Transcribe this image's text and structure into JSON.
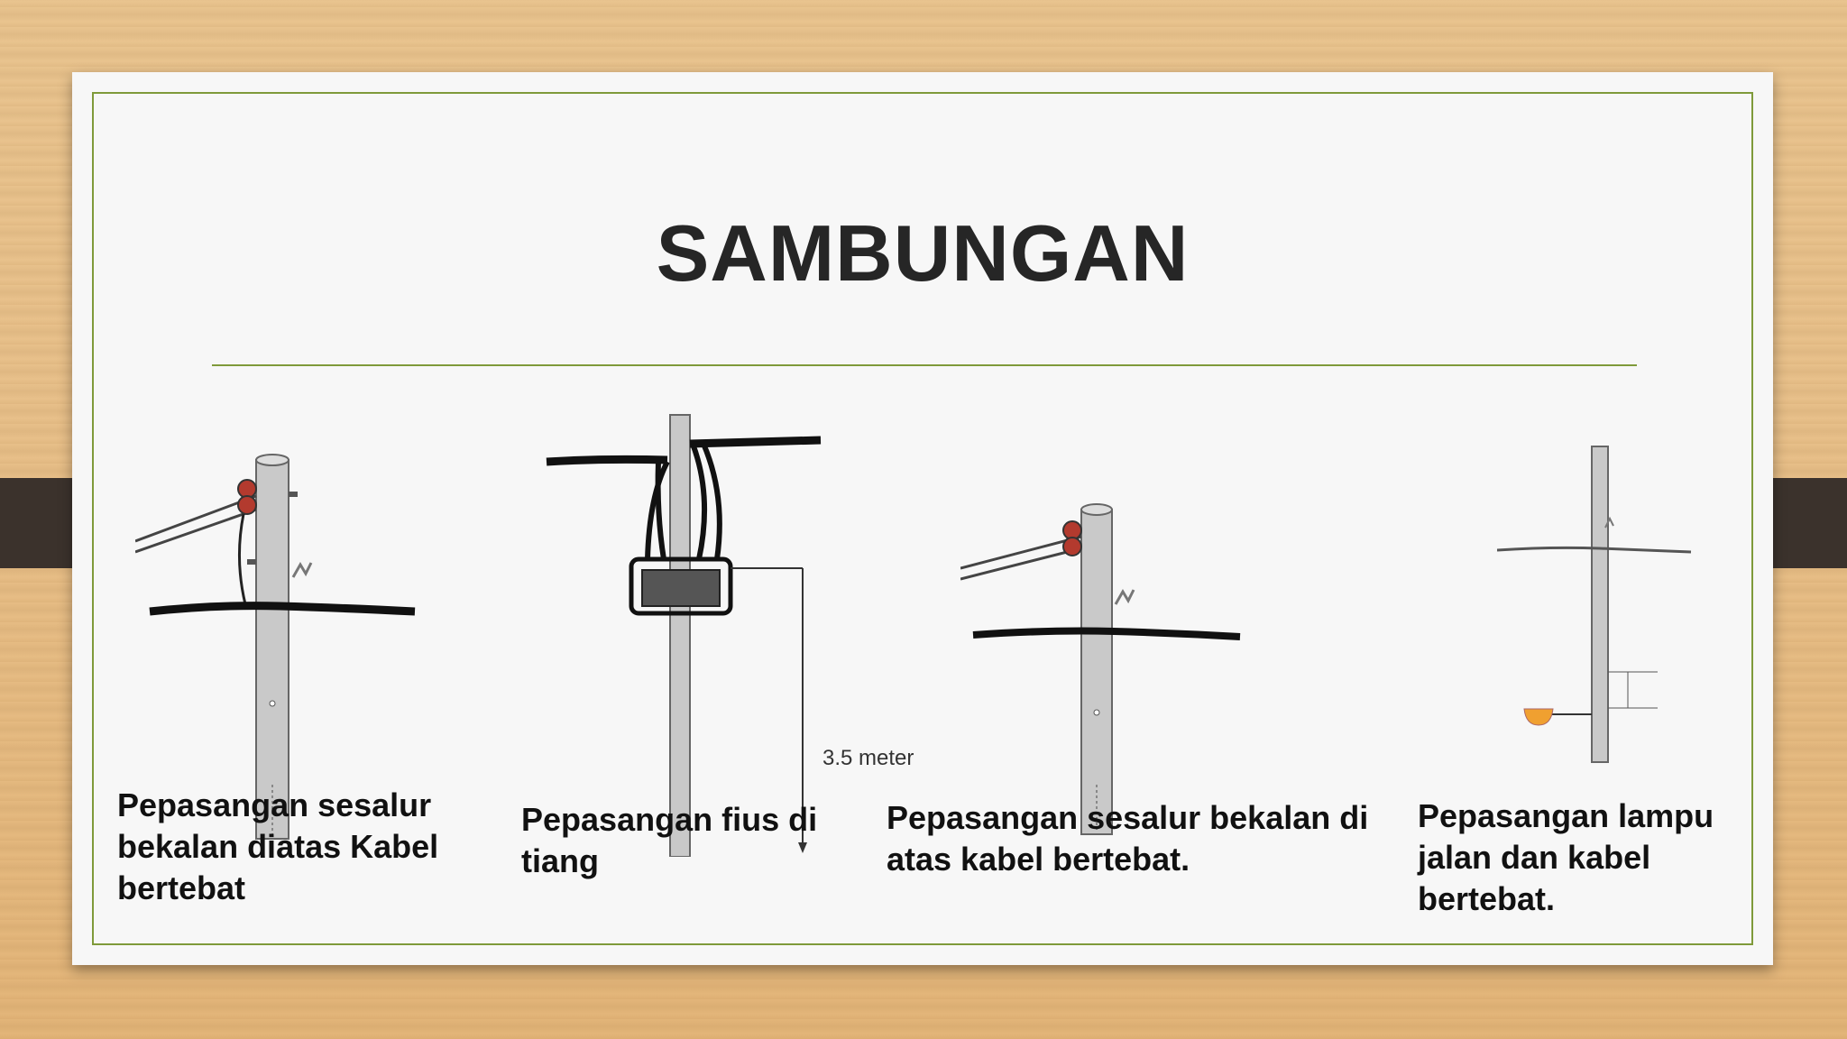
{
  "slide": {
    "title": "SAMBUNGAN",
    "captions": [
      "Pepasangan sesalur bekalan diatas Kabel bertebat",
      "Pepasangan fius di tiang",
      "Pepasangan sesalur bekalan di atas kabel bertebat.",
      "Pepasangan lampu jalan dan kabel bertebat."
    ],
    "dimension_label": "3.5 meter"
  },
  "colors": {
    "accent": "#7f9a3a",
    "title": "#262626",
    "insulator": "#b33a2e",
    "lamp": "#f0a030"
  }
}
